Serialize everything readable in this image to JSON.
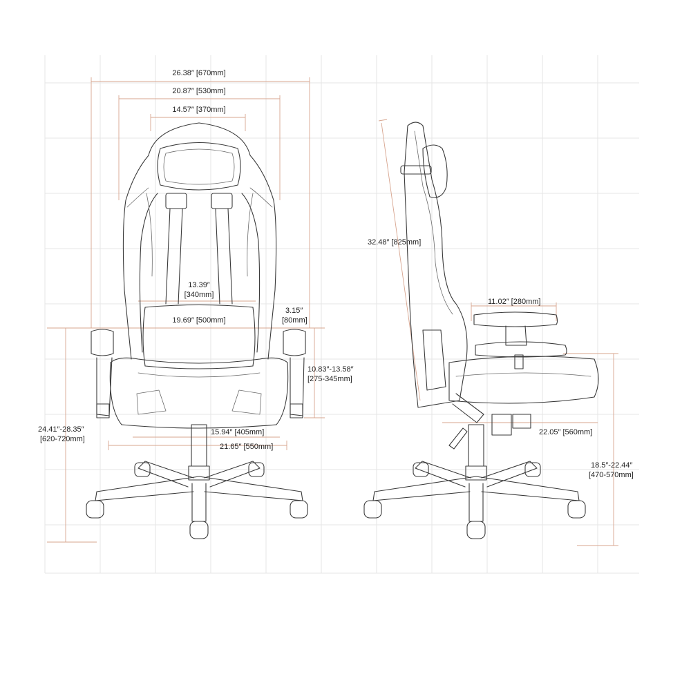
{
  "colors": {
    "background": "#ffffff",
    "grid": "#e6e6e6",
    "dimension_line": "#d7a48e",
    "outline": "#3a3a3a",
    "text": "#222222"
  },
  "front_view": {
    "dim_overall_width": "26.38″ [670mm]",
    "dim_backrest_outer_width": "20.87″ [530mm]",
    "dim_backrest_inner_width": "14.57″ [370mm]",
    "dim_lumbar_height": [
      "13.39″",
      "[340mm]"
    ],
    "dim_lumbar_width": "19.69″ [500mm]",
    "dim_armrest_height": [
      "3.15″",
      "[80mm]"
    ],
    "dim_armrest_range": [
      "10.83″-13.58″",
      "[275-345mm]"
    ],
    "dim_seat_depth_inner": "15.94″ [405mm]",
    "dim_seat_width": "21.65″ [550mm]",
    "dim_arm_floor_height": [
      "24.41″-28.35″",
      "[620-720mm]"
    ]
  },
  "side_view": {
    "dim_backrest_height": "32.48″ [825mm]",
    "dim_armrest_length": "11.02″ [280mm]",
    "dim_seat_depth": "22.05″ [560mm]",
    "dim_seat_height": [
      "18.5″-22.44″",
      "[470-570mm]"
    ]
  }
}
